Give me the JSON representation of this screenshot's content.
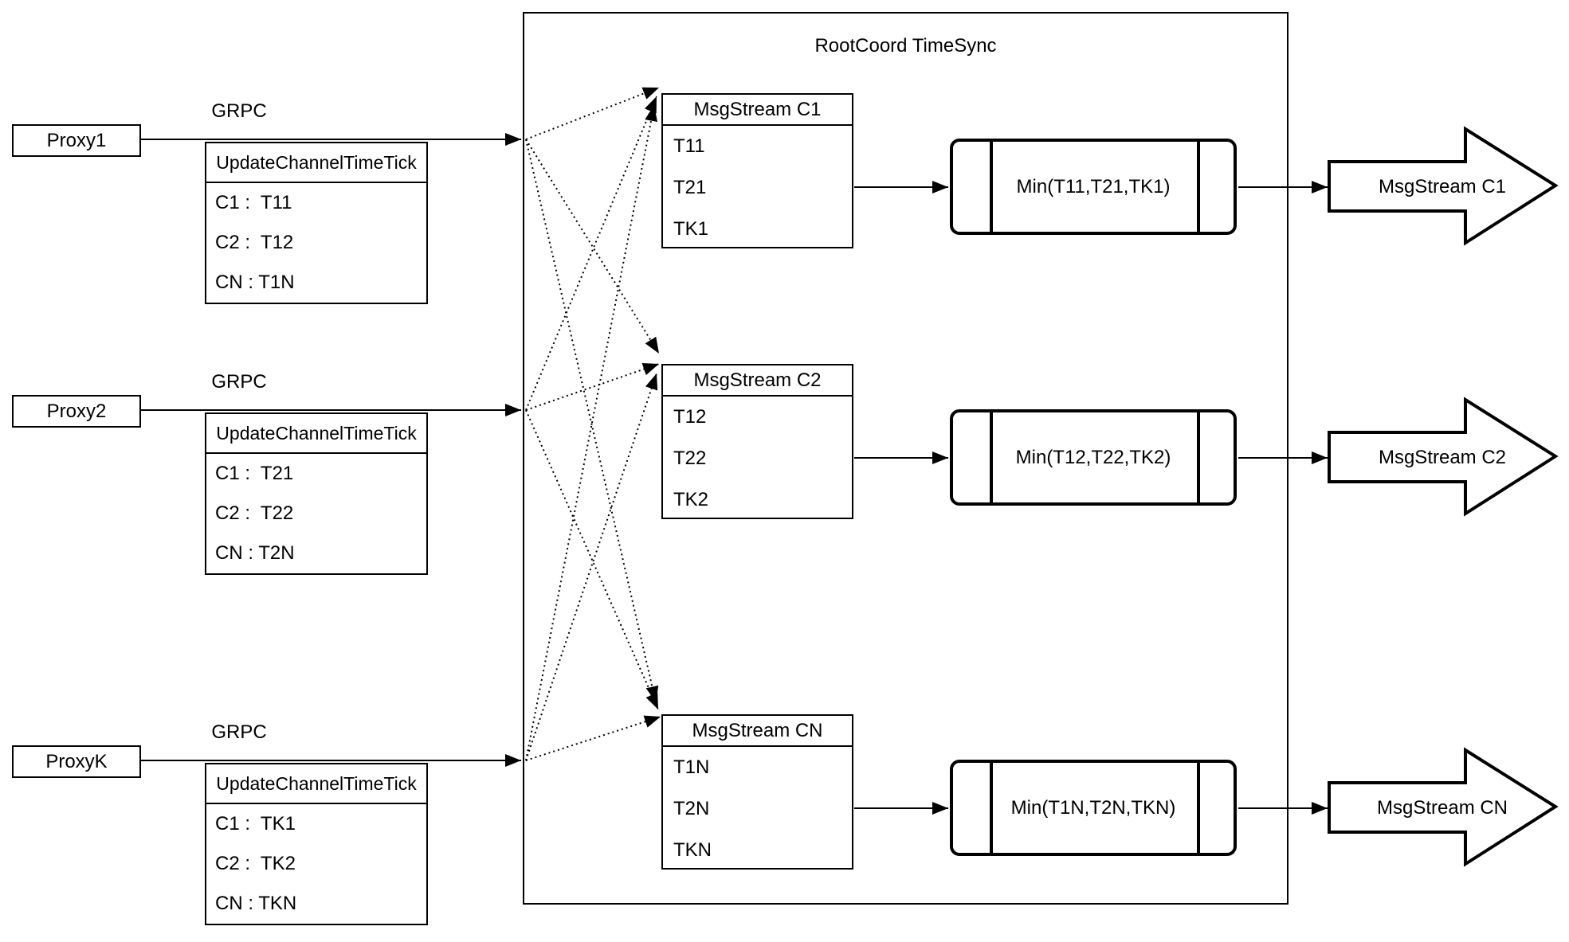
{
  "colors": {
    "stroke": "#000000",
    "background": "#ffffff"
  },
  "root_container": {
    "title": "RootCoord TimeSync"
  },
  "rows": [
    {
      "proxy_label": "Proxy1",
      "grpc_label": "GRPC",
      "update_table": {
        "header": "UpdateChannelTimeTick",
        "rows": [
          "C1 :  T11",
          "C2 :  T12",
          "CN : T1N"
        ]
      },
      "msgstream_table": {
        "header": "MsgStream C1",
        "rows": [
          "T11",
          "T21",
          "TK1"
        ]
      },
      "min_label": "Min(T11,T21,TK1)",
      "output_arrow_label": "MsgStream C1"
    },
    {
      "proxy_label": "Proxy2",
      "grpc_label": "GRPC",
      "update_table": {
        "header": "UpdateChannelTimeTick",
        "rows": [
          "C1 :  T21",
          "C2 :  T22",
          "CN : T2N"
        ]
      },
      "msgstream_table": {
        "header": "MsgStream C2",
        "rows": [
          "T12",
          "T22",
          "TK2"
        ]
      },
      "min_label": "Min(T12,T22,TK2)",
      "output_arrow_label": "MsgStream C2"
    },
    {
      "proxy_label": "ProxyK",
      "grpc_label": "GRPC",
      "update_table": {
        "header": "UpdateChannelTimeTick",
        "rows": [
          "C1 :  TK1",
          "C2 :  TK2",
          "CN : TKN"
        ]
      },
      "msgstream_table": {
        "header": "MsgStream CN",
        "rows": [
          "T1N",
          "T2N",
          "TKN"
        ]
      },
      "min_label": "Min(T1N,T2N,TKN)",
      "output_arrow_label": "MsgStream CN"
    }
  ]
}
